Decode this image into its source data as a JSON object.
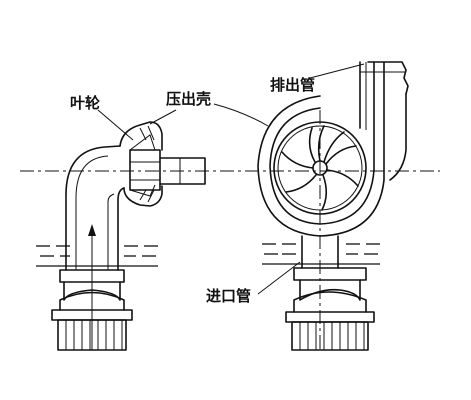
{
  "labels": {
    "impeller": "叶轮",
    "pressure_casing": "压出壳",
    "discharge_pipe": "排出管",
    "suction_pipe": "进口管"
  }
}
